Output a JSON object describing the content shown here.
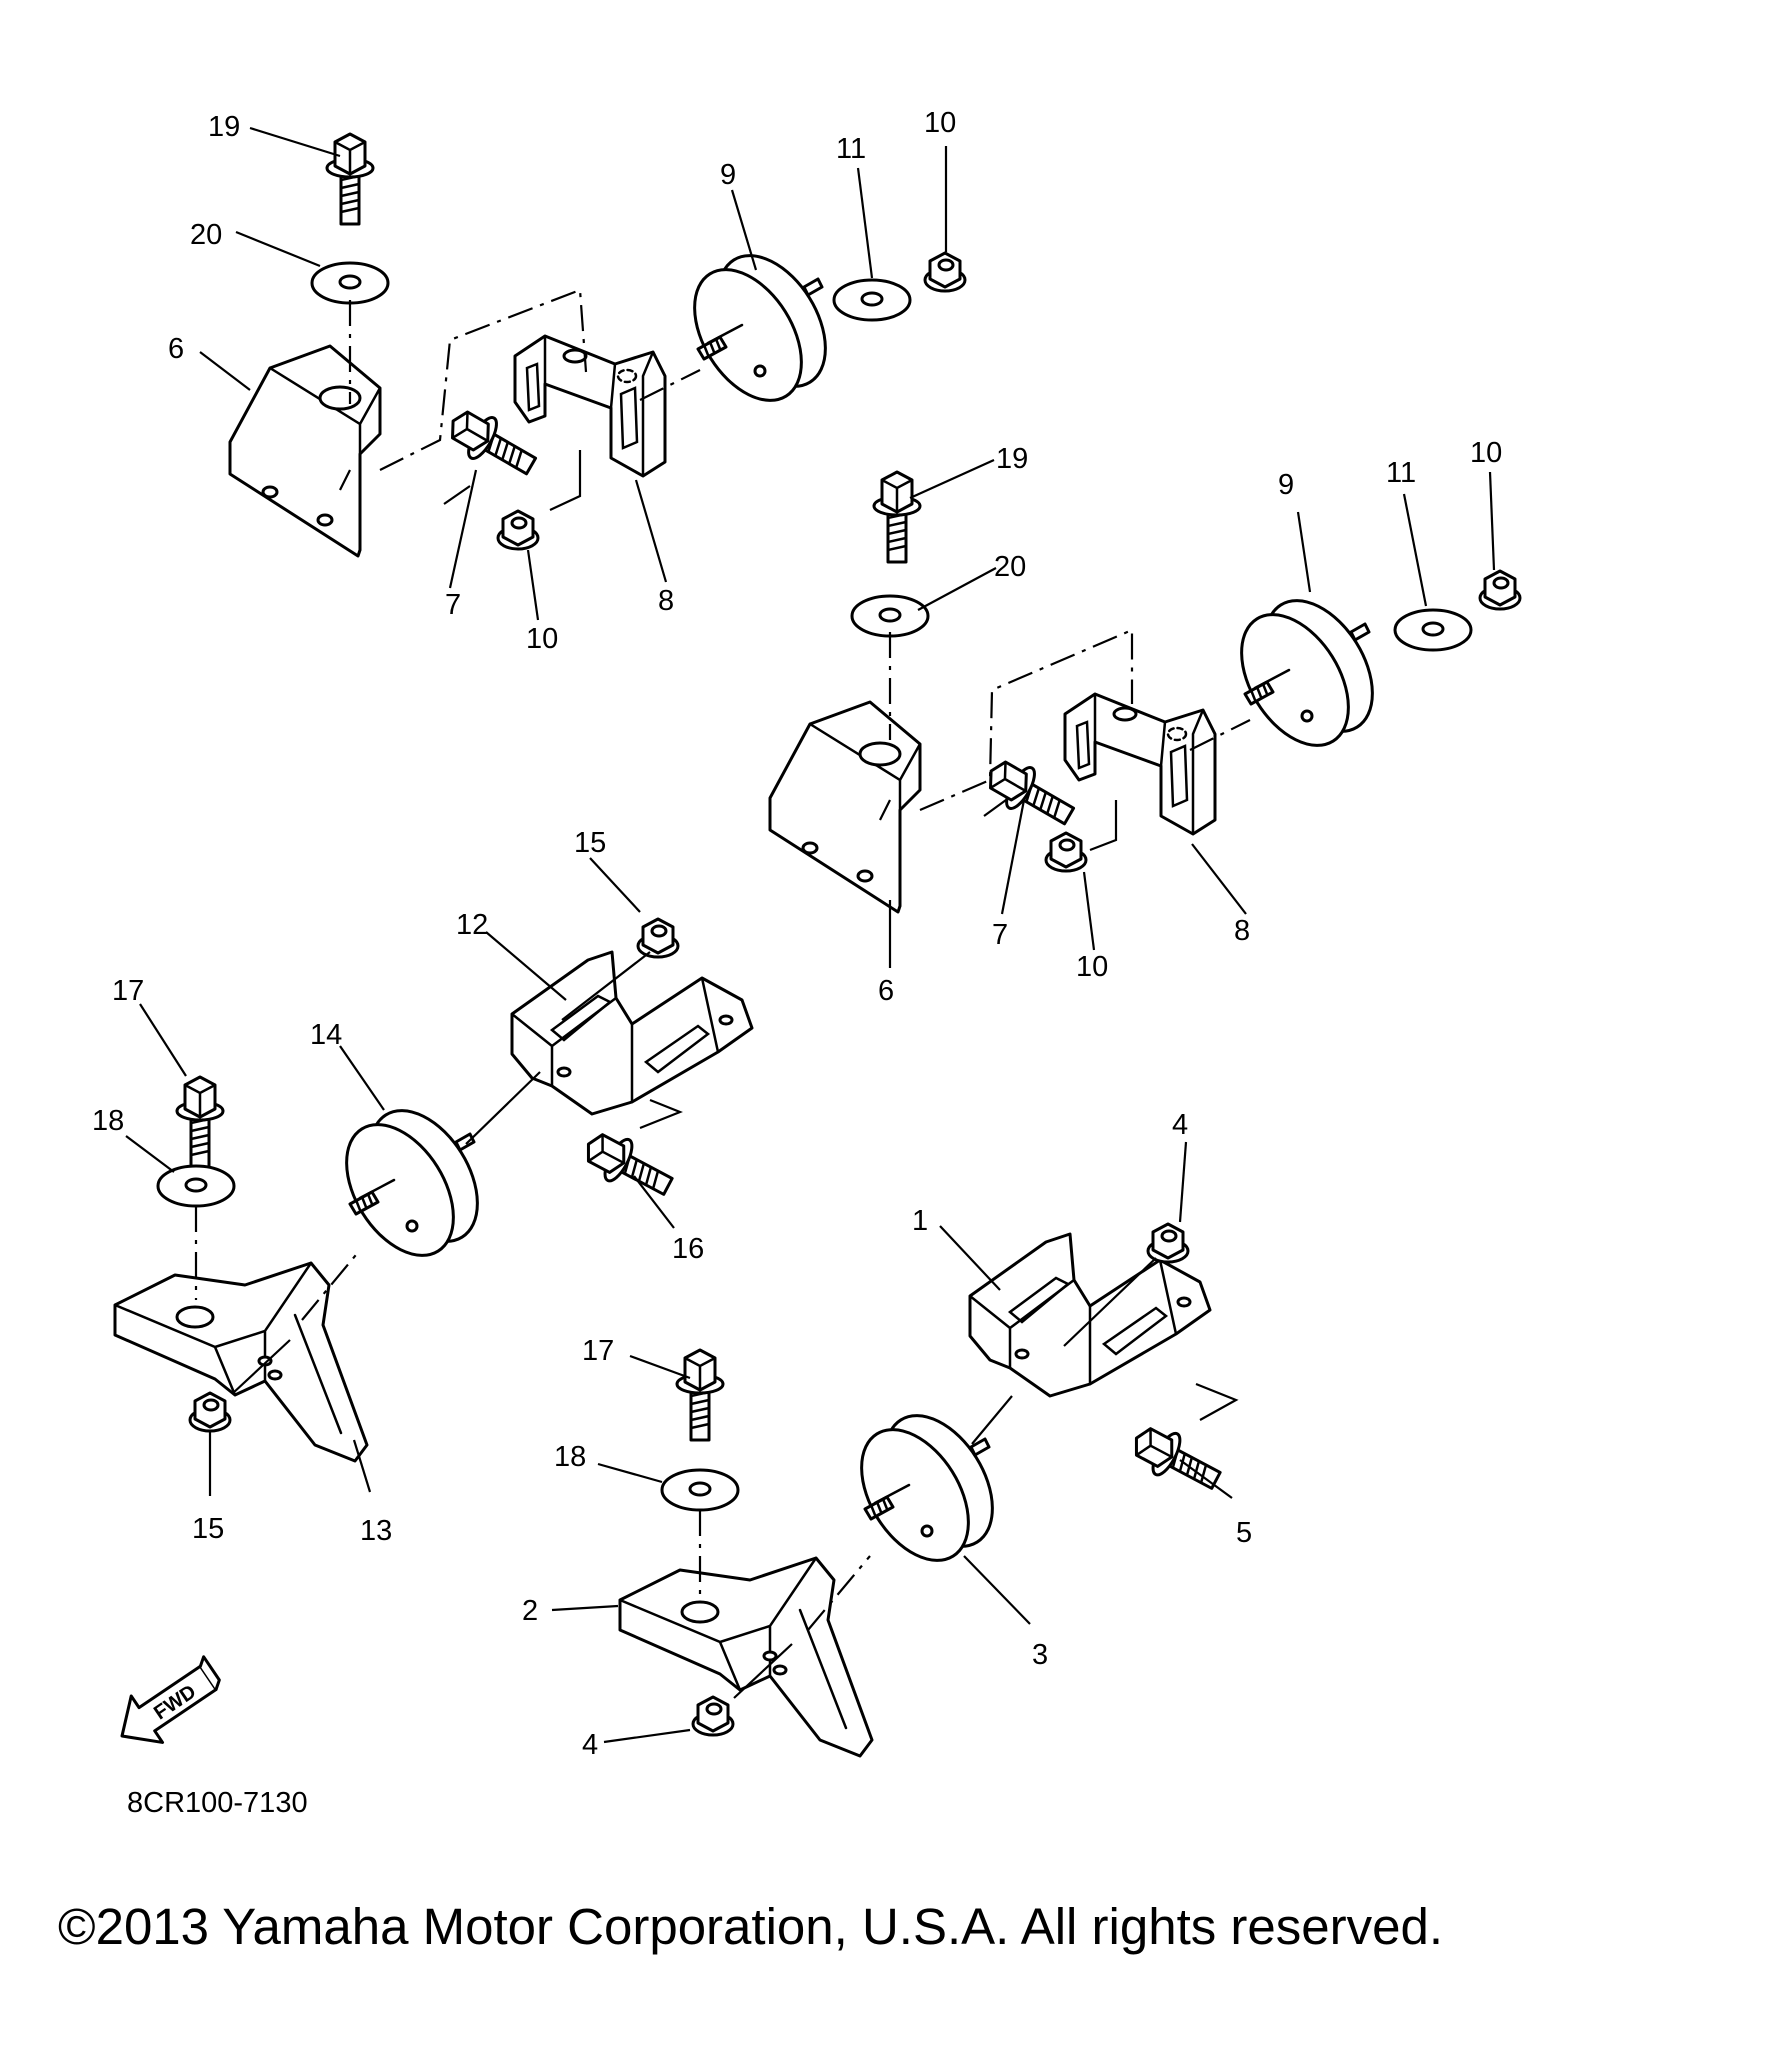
{
  "callouts": {
    "c1": "1",
    "c2": "2",
    "c3": "3",
    "c4a": "4",
    "c4b": "4",
    "c5": "5",
    "c6a": "6",
    "c6b": "6",
    "c7a": "7",
    "c7b": "7",
    "c8a": "8",
    "c8b": "8",
    "c9a": "9",
    "c9b": "9",
    "c10a": "10",
    "c10b": "10",
    "c10c": "10",
    "c10d": "10",
    "c11a": "11",
    "c11b": "11",
    "c12": "12",
    "c13": "13",
    "c14": "14",
    "c15a": "15",
    "c15b": "15",
    "c16": "16",
    "c17a": "17",
    "c17b": "17",
    "c18a": "18",
    "c18b": "18",
    "c19a": "19",
    "c19b": "19",
    "c20a": "20",
    "c20b": "20"
  },
  "fwd_label": "FWD",
  "drawing_code": "8CR100-7130",
  "copyright": "©2013 Yamaha Motor Corporation, U.S.A. All rights reserved.",
  "icons": {
    "fwd": "fwd-arrow-icon"
  }
}
